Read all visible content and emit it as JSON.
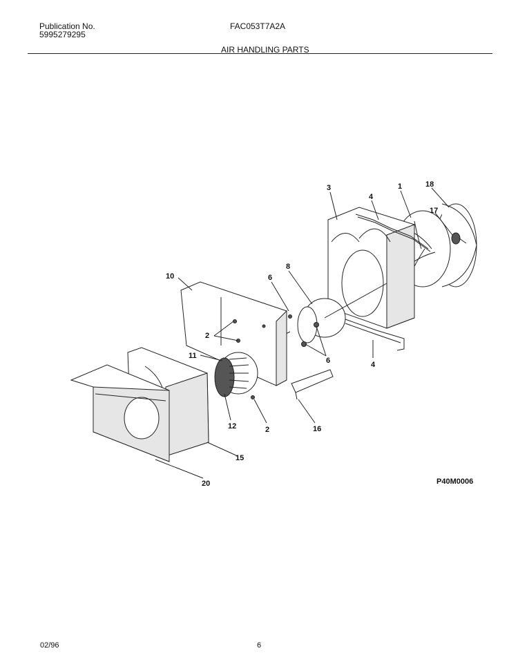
{
  "header": {
    "publication_label": "Publication No.",
    "publication_number": "5995279295",
    "model": "FAC053T7A2A",
    "section_title": "AIR HANDLING PARTS"
  },
  "diagram": {
    "drawing_id": "P40M0006",
    "callouts": [
      "1",
      "2",
      "2",
      "3",
      "4",
      "4",
      "6",
      "6",
      "8",
      "10",
      "11",
      "12",
      "15",
      "16",
      "17",
      "18",
      "20"
    ]
  },
  "footer": {
    "date": "02/96",
    "page": "6"
  }
}
